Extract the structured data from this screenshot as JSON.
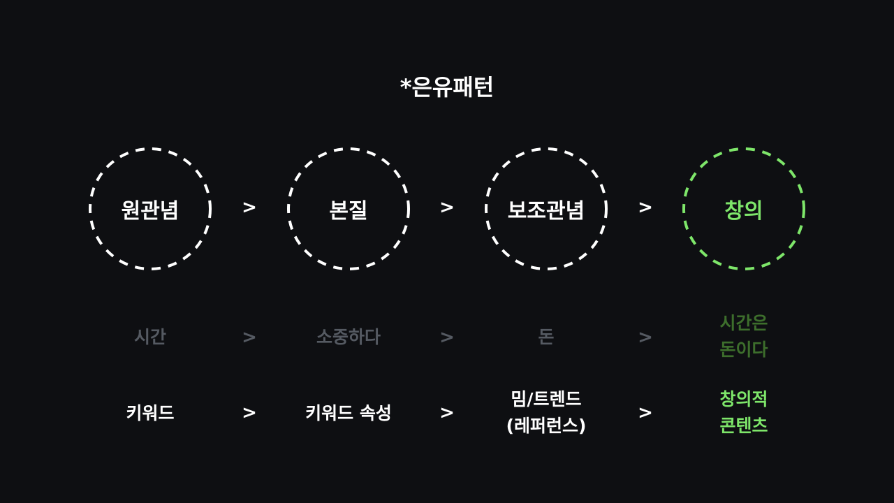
{
  "title": "*은유패턴",
  "colors": {
    "background": "#0e0f12",
    "white": "#ffffff",
    "accent": "#7ee66a",
    "muted": "#555a62",
    "muted_accent": "#3d6e2c"
  },
  "arrow": ">",
  "nodes": [
    {
      "label": "원관념"
    },
    {
      "label": "본질"
    },
    {
      "label": "보조관념"
    },
    {
      "label": "창의"
    }
  ],
  "example_row": [
    "시간",
    "소중하다",
    "돈",
    "시간은\n돈이다"
  ],
  "method_row": [
    "키워드",
    "키워드 속성",
    "밈/트렌드\n(레퍼런스)",
    "창의적\n콘텐츠"
  ]
}
